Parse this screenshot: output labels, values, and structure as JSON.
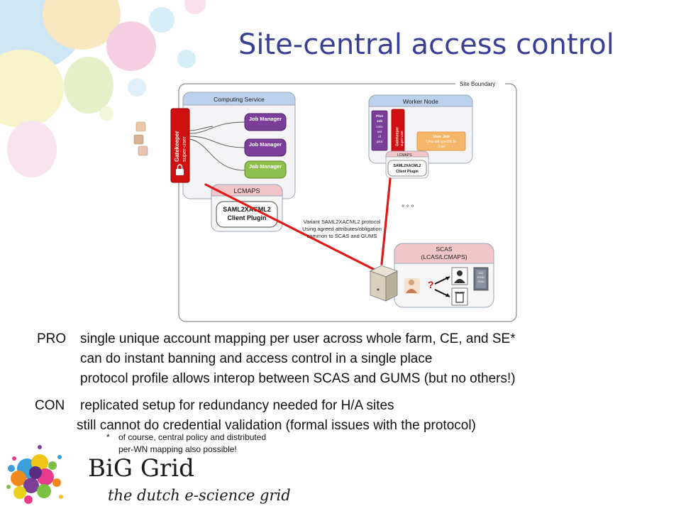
{
  "title": "Site-central access control",
  "diagram": {
    "site_boundary_label": "Site Boundary",
    "computing_service": {
      "title": "Computing Service",
      "gatekeeper_label": "Gatekeeper",
      "super_user_label": "super-user",
      "job_manager_label": "Job Manager",
      "lcmaps_label": "LCMAPS",
      "plugin_line1": "SAML2XACML2",
      "plugin_line2": "Client Plugin"
    },
    "worker_node": {
      "title": "Worker Node",
      "pilot_job_lines": [
        "Pilot",
        "Job",
        "Unix",
        "uid",
        "of",
        "pilot"
      ],
      "gatekeeper_label": "Gatekeeper",
      "super_user_label": "super-user",
      "user_job_line1": "User Job",
      "user_job_line2": "Unix uid specific to",
      "user_job_line3": "User",
      "lcmaps_label": "LCMAPS",
      "plugin_line1": "SAML2XACML2",
      "plugin_line2": "Client Plugin"
    },
    "ellipsis": "° ° °",
    "protocol_note": [
      "Variant SAML2XACML2 protocol",
      "Using agreed attributes/obligation",
      "common to SCAS and GUMS"
    ],
    "scas": {
      "line1": "SCAS",
      "line2": "(LCAS/LCMAPS)",
      "question": "?",
      "db_lines": [
        "UID",
        "PGID",
        "SGID"
      ]
    },
    "colors": {
      "red_line": "#e01818",
      "gatekeeper_red": "#d01010",
      "job_manager_purple": "#7b3f9a",
      "job_manager_green": "#8fbf4f",
      "service_blue": "#bcd2ec",
      "lcmaps_pink": "#f2c5c8",
      "user_job_orange": "#f5b66a",
      "title_blue": "#3a3f96"
    }
  },
  "pro": {
    "label": "PRO",
    "lines": [
      "single unique account mapping per user across whole farm, CE, and SE*",
      "can do instant banning and access control in a single place",
      "protocol profile allows interop between SCAS and GUMS (but no others!)"
    ]
  },
  "con": {
    "label": "CON",
    "lines": [
      "replicated setup for redundancy needed for H/A sites",
      "still cannot do credential validation (formal issues with the protocol)"
    ]
  },
  "footnote": {
    "marker": "*",
    "line1": "of course, central policy and distributed",
    "line2": "per-WN mapping also possible!"
  },
  "logo": {
    "brand": "BiG Grid",
    "tagline": "the dutch e-science grid"
  }
}
